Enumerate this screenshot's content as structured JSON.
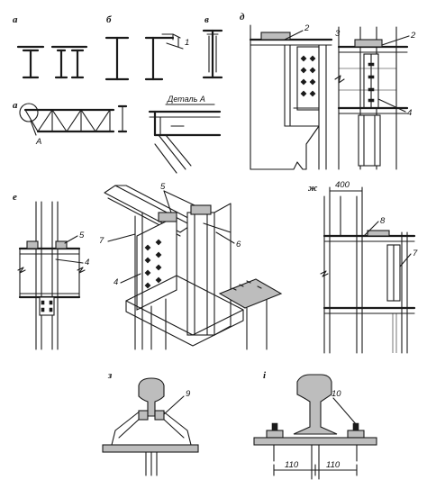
{
  "panels": {
    "a": "а",
    "b": "б",
    "v": "в",
    "a2": "а",
    "d": "д",
    "e": "е",
    "zh": "ж",
    "z": "з",
    "i": "і"
  },
  "callouts": {
    "c1": "1",
    "c2a": "2",
    "c2b": "2",
    "c3": "3",
    "c4a": "4",
    "c4b": "4",
    "c4c": "4",
    "c5a": "5",
    "c5b": "5",
    "c6": "6",
    "c7a": "7",
    "c7b": "7",
    "c8": "8",
    "c9": "9",
    "c10": "10",
    "detailA": "А"
  },
  "captions": {
    "detail_label": "Деталь А"
  },
  "dimensions": {
    "d400": "400",
    "d110a": "110",
    "d110b": "110"
  }
}
